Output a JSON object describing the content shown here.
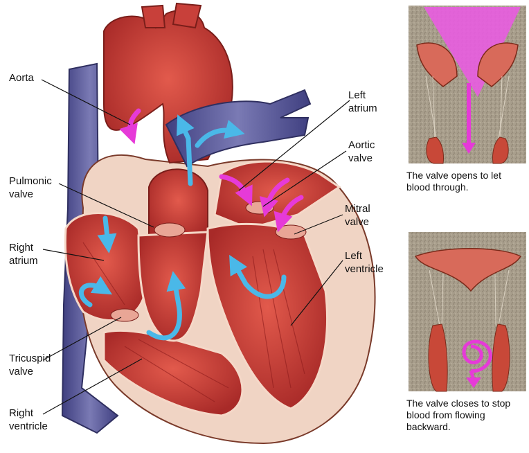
{
  "labels": {
    "aorta": "Aorta",
    "pulmonic_valve": "Pulmonic\nvalve",
    "right_atrium": "Right\natrium",
    "tricuspid_valve": "Tricuspid\nvalve",
    "right_ventricle": "Right\nventricle",
    "left_atrium": "Left\natrium",
    "aortic_valve": "Aortic\nvalve",
    "mitral_valve": "Mitral\nvalve",
    "left_ventricle": "Left\nventricle"
  },
  "captions": {
    "valve_open": "The valve opens to let\nblood through.",
    "valve_closed": "The valve closes to stop\nblood from flowing\nbackward."
  },
  "colors": {
    "oxygenated_flow": "#e63ad8",
    "deoxygenated_flow": "#4ab8e8",
    "heart_muscle": "#c8403a",
    "vein": "#5a5a9a",
    "panel_background": "#a89e8c"
  }
}
